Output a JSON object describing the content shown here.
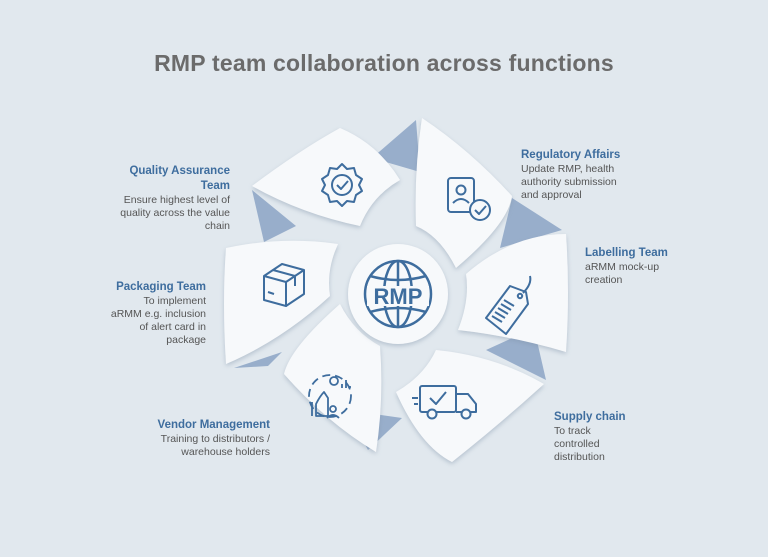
{
  "title": "RMP team collaboration across functions",
  "center": {
    "label": "RMP"
  },
  "colors": {
    "accent": "#3e6d9e",
    "shadow_tab": "#98aecb",
    "card": "#f7f9fb",
    "background": "#e1e8ee"
  },
  "segments": [
    {
      "heading": "Regulatory Affairs",
      "description": "Update RMP, health authority submission and approval",
      "icon": "person-check-icon"
    },
    {
      "heading": "Labelling Team",
      "description": "aRMM mock-up creation",
      "icon": "barcode-tag-icon"
    },
    {
      "heading": "Supply chain",
      "description": "To track controlled distribution",
      "icon": "delivery-truck-icon"
    },
    {
      "heading": "Vendor Management",
      "description": "Training to distributors / warehouse holders",
      "icon": "collaboration-icon"
    },
    {
      "heading": "Packaging Team",
      "description": "To implement aRMM e.g. inclusion of alert card in package",
      "icon": "package-box-icon"
    },
    {
      "heading": "Quality Assurance Team",
      "description": "Ensure highest level of quality across the value chain",
      "icon": "quality-badge-icon"
    }
  ]
}
